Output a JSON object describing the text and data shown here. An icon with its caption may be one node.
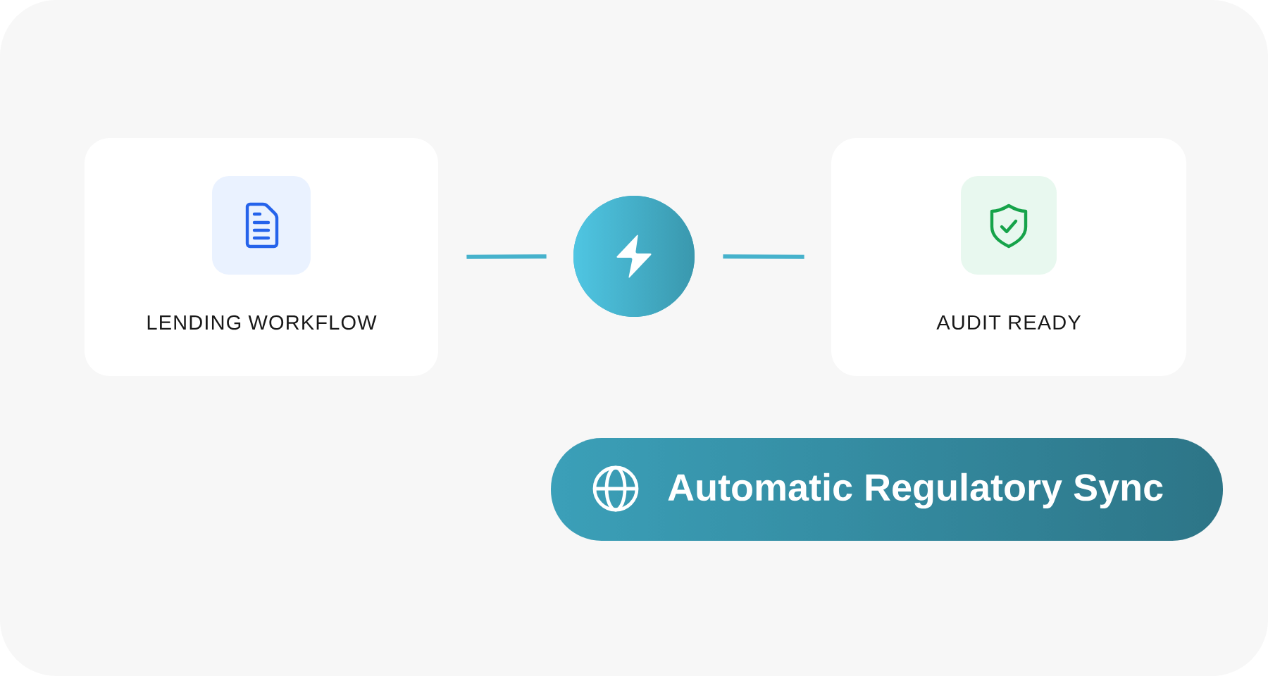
{
  "diagram": {
    "nodes": [
      {
        "text": [
          "LENDING WORKFLOW"
        ]
      },
      {
        "text": [],
        "shape": "circle"
      },
      {
        "text": [
          "AUDIT READY"
        ]
      },
      {
        "text": [
          "Automatic Regulatory Sync"
        ]
      }
    ],
    "edges": [
      {
        "from": 0,
        "to": 1,
        "arrow": "none"
      },
      {
        "from": 1,
        "to": 2,
        "arrow": "none"
      }
    ]
  }
}
